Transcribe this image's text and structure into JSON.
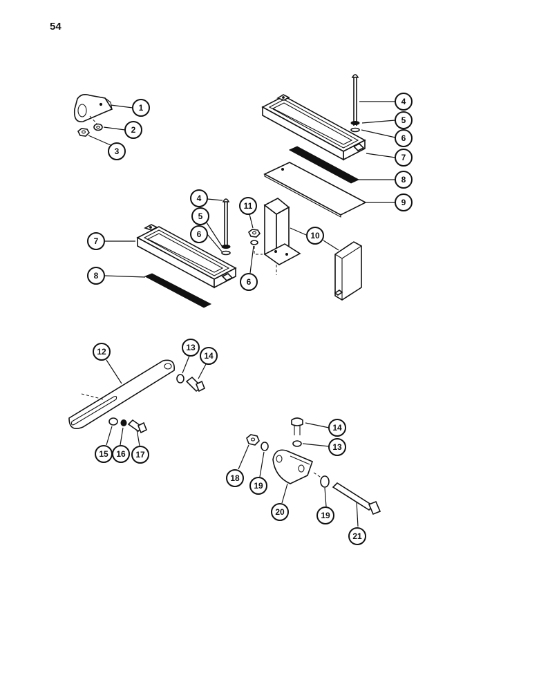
{
  "page": {
    "number": "54"
  },
  "callouts": [
    {
      "id": "c1",
      "label": "1"
    },
    {
      "id": "c2",
      "label": "2"
    },
    {
      "id": "c3",
      "label": "3"
    },
    {
      "id": "c4a",
      "label": "4"
    },
    {
      "id": "c5a",
      "label": "5"
    },
    {
      "id": "c6a",
      "label": "6"
    },
    {
      "id": "c7a",
      "label": "7"
    },
    {
      "id": "c8a",
      "label": "8"
    },
    {
      "id": "c9",
      "label": "9"
    },
    {
      "id": "c4b",
      "label": "4"
    },
    {
      "id": "c5b",
      "label": "5"
    },
    {
      "id": "c6b",
      "label": "6"
    },
    {
      "id": "c7b",
      "label": "7"
    },
    {
      "id": "c8b",
      "label": "8"
    },
    {
      "id": "c11",
      "label": "11"
    },
    {
      "id": "c6c",
      "label": "6"
    },
    {
      "id": "c10",
      "label": "10"
    },
    {
      "id": "c12",
      "label": "12"
    },
    {
      "id": "c13a",
      "label": "13"
    },
    {
      "id": "c14a",
      "label": "14"
    },
    {
      "id": "c15",
      "label": "15"
    },
    {
      "id": "c16",
      "label": "16"
    },
    {
      "id": "c17",
      "label": "17"
    },
    {
      "id": "c14b",
      "label": "14"
    },
    {
      "id": "c13b",
      "label": "13"
    },
    {
      "id": "c18",
      "label": "18"
    },
    {
      "id": "c19a",
      "label": "19"
    },
    {
      "id": "c20",
      "label": "20"
    },
    {
      "id": "c19b",
      "label": "19"
    },
    {
      "id": "c21",
      "label": "21"
    }
  ]
}
